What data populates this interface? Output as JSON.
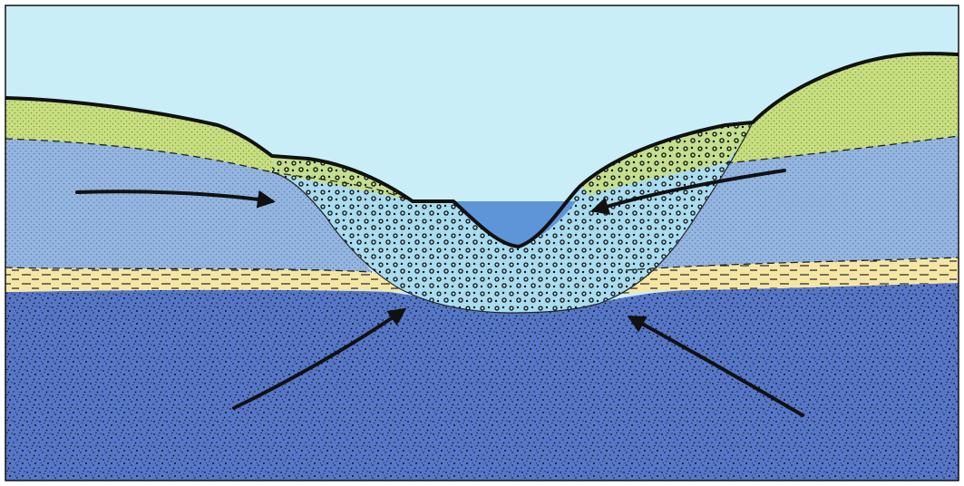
{
  "diagram": {
    "type": "geologic-cross-section",
    "description_visible_text": "",
    "colors": {
      "sky": "#c9eef7",
      "surface_soil": "#c8df7e",
      "upper_aquifer": "#93b6e3",
      "confining_layer": "#f5e6a6",
      "deep_aquifer": "#5677c9",
      "valley_fill": "#a9dcef",
      "river_water": "#5d95d8",
      "outline": "#111111"
    },
    "layers": [
      {
        "id": "sky",
        "pattern": "none"
      },
      {
        "id": "surface-soil-layer",
        "pattern": "fine-dots"
      },
      {
        "id": "upper-aquifer-layer",
        "pattern": "fine-dots"
      },
      {
        "id": "confining-clay-layer",
        "pattern": "dashes"
      },
      {
        "id": "deep-aquifer-layer",
        "pattern": "coarse-speckle"
      },
      {
        "id": "valley-alluvium-fill",
        "pattern": "open-circles"
      },
      {
        "id": "river-channel",
        "pattern": "none"
      }
    ],
    "flow_arrows": [
      {
        "id": "flow-arrow-upper-left",
        "direction": "toward-valley"
      },
      {
        "id": "flow-arrow-upper-right",
        "direction": "toward-valley"
      },
      {
        "id": "flow-arrow-deep-left",
        "direction": "upward-toward-valley"
      },
      {
        "id": "flow-arrow-deep-right",
        "direction": "upward-toward-valley"
      }
    ]
  }
}
